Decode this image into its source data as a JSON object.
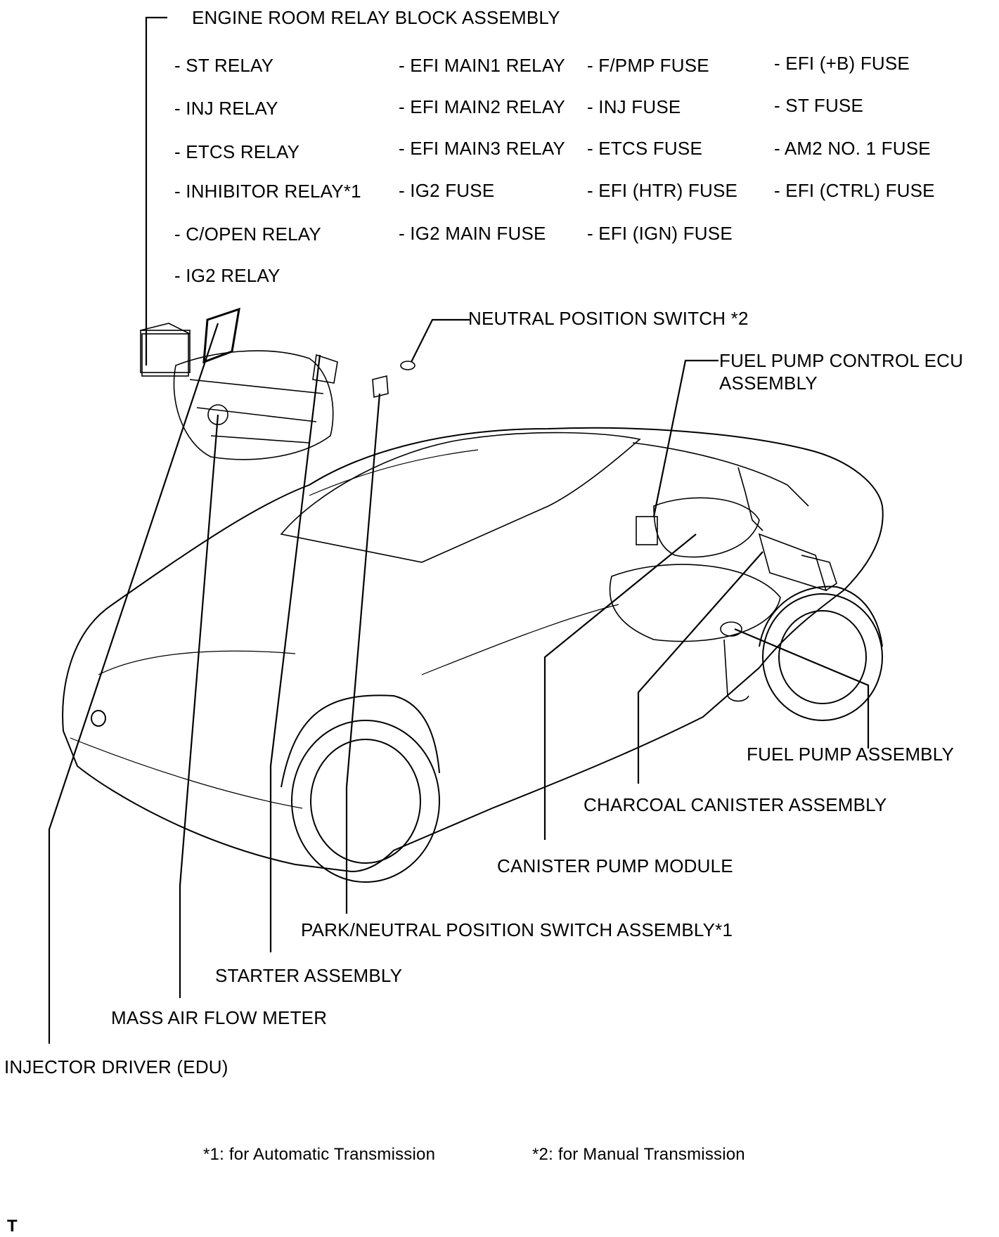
{
  "relay_block": {
    "title": "ENGINE ROOM RELAY BLOCK ASSEMBLY",
    "col1": [
      "- ST RELAY",
      "- INJ RELAY",
      "- ETCS RELAY",
      "- INHIBITOR RELAY*1",
      "- C/OPEN RELAY",
      "- IG2 RELAY"
    ],
    "col2": [
      "- EFI MAIN1 RELAY",
      "- EFI MAIN2 RELAY",
      "- EFI MAIN3 RELAY",
      "- IG2 FUSE",
      "- IG2 MAIN FUSE"
    ],
    "col3": [
      "- F/PMP FUSE",
      "- INJ FUSE",
      "- ETCS FUSE",
      "- EFI (HTR) FUSE",
      "- EFI (IGN) FUSE"
    ],
    "col4": [
      "- EFI (+B) FUSE",
      "- ST FUSE",
      "- AM2 NO. 1 FUSE",
      "- EFI (CTRL) FUSE"
    ]
  },
  "labels": {
    "neutral_switch": "NEUTRAL POSITION SWITCH *2",
    "fuel_pump_ecu_line1": "FUEL PUMP CONTROL ECU",
    "fuel_pump_ecu_line2": "ASSEMBLY",
    "fuel_pump": "FUEL PUMP ASSEMBLY",
    "charcoal_canister": "CHARCOAL CANISTER ASSEMBLY",
    "canister_pump": "CANISTER PUMP MODULE",
    "park_neutral": "PARK/NEUTRAL POSITION SWITCH ASSEMBLY*1",
    "starter": "STARTER ASSEMBLY",
    "maf": "MASS AIR FLOW METER",
    "injector_driver": "INJECTOR DRIVER (EDU)"
  },
  "notes": {
    "note1": "*1: for Automatic Transmission",
    "note2": "*2: for Manual Transmission"
  },
  "corner_mark": "T"
}
